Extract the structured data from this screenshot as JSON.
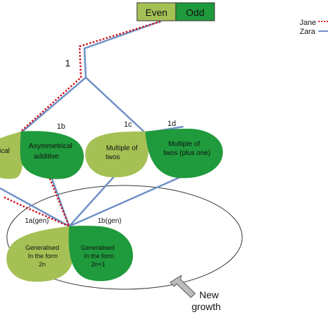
{
  "header_boxes": {
    "even": "Even",
    "odd": "Odd"
  },
  "legend": {
    "jane": "Jane",
    "zara": "Zara"
  },
  "labels": {
    "node1": "1",
    "node1b": "1b",
    "node1c": "1c",
    "node1d": "1d",
    "node1a_gen": "1a(gen)",
    "node1b_gen": "1b(gen)",
    "new_growth_line1": "New",
    "new_growth_line2": "growth"
  },
  "leaves": {
    "left_partial": [
      "ical"
    ],
    "asymmetrical": [
      "Asymmetrical",
      "additive"
    ],
    "multiple_twos": [
      "Multiple of",
      "twos"
    ],
    "multiple_twos_plus_one": [
      "Multiple of",
      "twos (plus one)"
    ],
    "generalised_2n": [
      "Generalised",
      "In the form",
      "2n"
    ],
    "generalised_2n1": [
      "Generalised",
      "In the form",
      "2n+1"
    ]
  },
  "colors": {
    "light_green": "#a5c155",
    "dark_green": "#1f9a3c",
    "zara_line": "#6d8fc4",
    "jane_line": "#d0111b"
  }
}
